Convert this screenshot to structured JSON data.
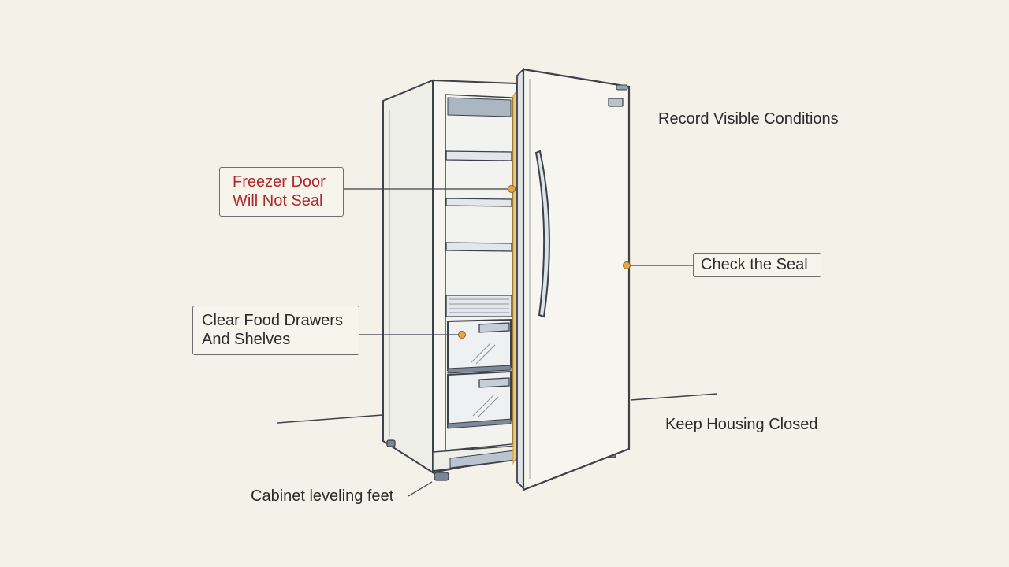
{
  "annotations": {
    "freezer_door": {
      "line1": "Freezer Door",
      "line2": "Will Not Seal",
      "color": "#b0282a"
    },
    "clear_food": {
      "line1": "Clear Food Drawers",
      "line2": "And Shelves"
    },
    "check_seal": {
      "text": "Check the Seal"
    },
    "record_conditions": {
      "text": "Record Visible Conditions"
    },
    "keep_housing": {
      "text": "Keep Housing Closed"
    },
    "leveling_feet": {
      "text": "Cabinet leveling feet"
    }
  },
  "colors": {
    "background": "#f4f1e8",
    "outline": "#3d4148",
    "marker": "#e0a84a",
    "gasket": "#f0c773",
    "warning_text": "#b0282a"
  },
  "icons": [
    "upright-freezer-illustration",
    "callout-dot"
  ]
}
